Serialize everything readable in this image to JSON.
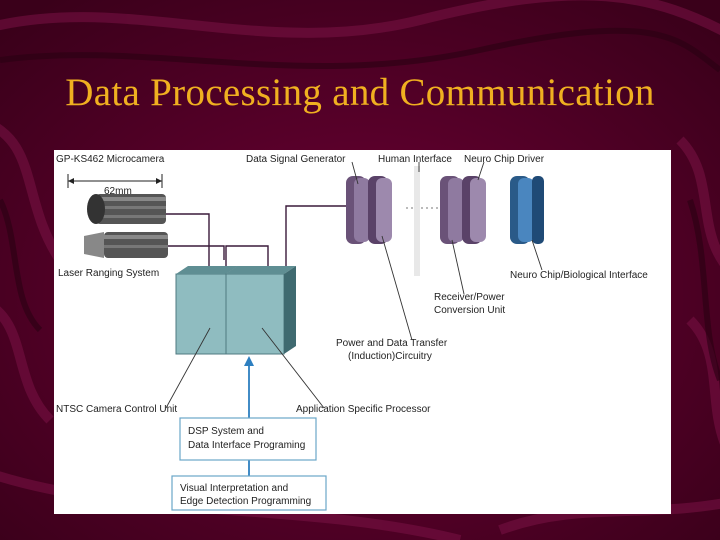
{
  "slide": {
    "title": "Data Processing and Communication"
  },
  "diagram": {
    "labels": {
      "microcamera": "GP-KS462 Microcamera",
      "dimension": "62mm",
      "laser": "Laser Ranging System",
      "data_signal": "Data Signal Generator",
      "human_interface": "Human Interface",
      "neuro_driver": "Neuro Chip Driver",
      "neuro_bio": "Neuro Chip/Biological Interface",
      "receiver_1": "Receiver/Power",
      "receiver_2": "Conversion Unit",
      "power_1": "Power and Data Transfer",
      "power_2": "(Induction)Circuitry",
      "ntsc": "NTSC Camera Control Unit",
      "asp": "Application Specific Processor",
      "dsp_1": "DSP System and",
      "dsp_2": "Data Interface Programing",
      "visual_1": "Visual Interpretation and",
      "visual_2": "Edge Detection Programming"
    },
    "colors": {
      "background": "#4a0022",
      "title": "#f0b020",
      "unit_box": "#8fbcc0",
      "disc": "#6a5278",
      "neuro_disc": "#2a5a88",
      "arrow": "#2d7fc0"
    }
  }
}
